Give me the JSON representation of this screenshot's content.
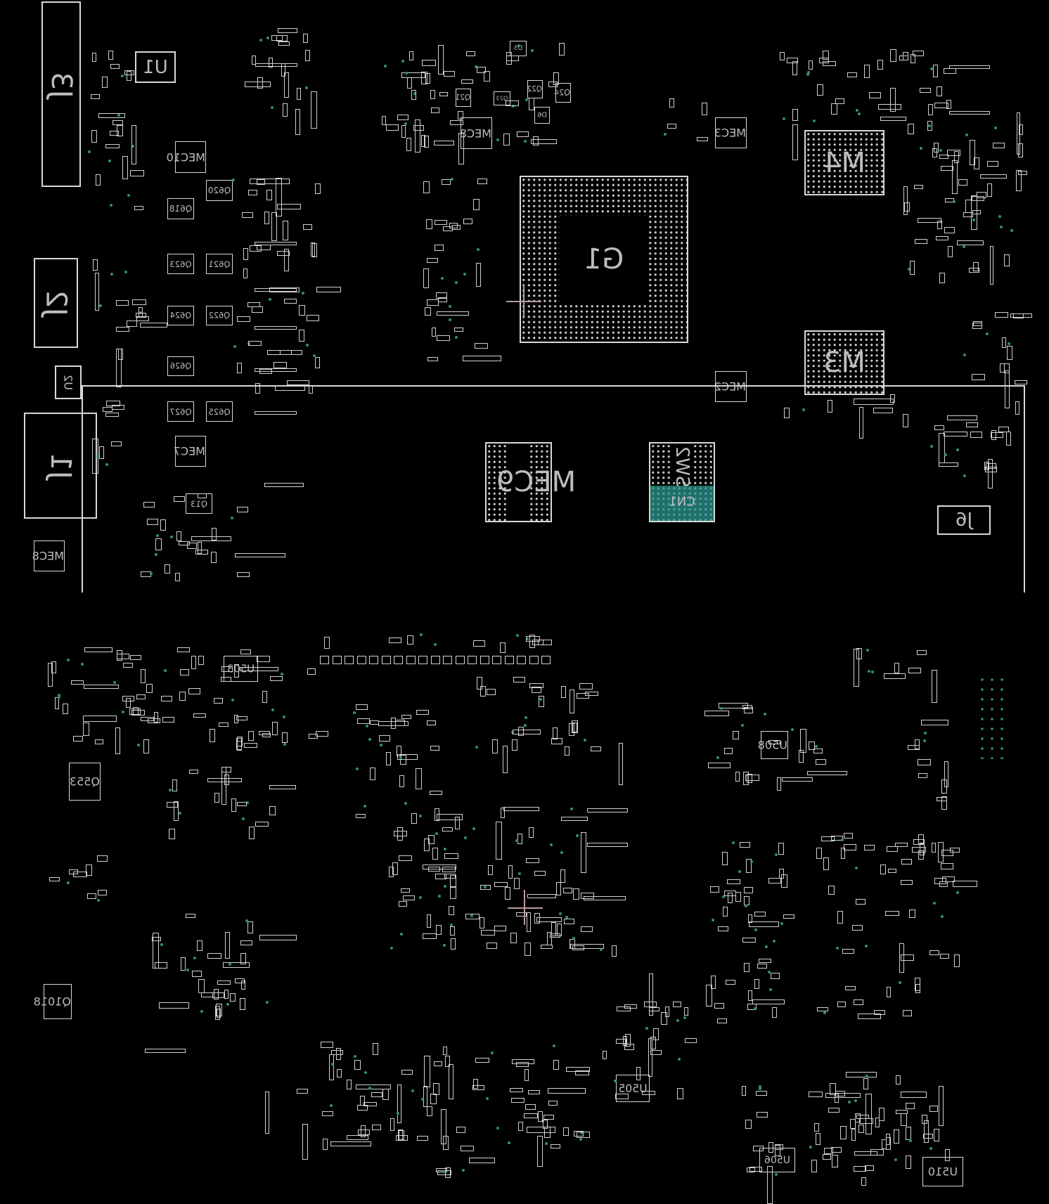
{
  "board": {
    "components": {
      "J3": "J3",
      "U1": "U1",
      "J2": "J2",
      "U2": "U2",
      "J1": "J1",
      "G1": "G1",
      "M4": "M4",
      "M3": "M3",
      "MEC9": "MEC9",
      "SW2": "SW2",
      "CN1": "CN1",
      "J6": "J6",
      "MEC8_top": "MEC8",
      "MEC3": "MEC3",
      "MEC10": "MEC10",
      "MEC7": "MEC7",
      "MEC2": "MEC2",
      "MEC8_bottom": "MEC8",
      "Q620": "Q620",
      "Q618": "Q618",
      "Q623": "Q623",
      "Q621": "Q621",
      "Q624": "Q624",
      "Q622": "Q622",
      "Q626": "Q626",
      "Q627": "Q627",
      "Q625": "Q625",
      "Q13": "Q13",
      "D5": "D5",
      "D6": "D6",
      "Q21": "Q21",
      "Q22": "Q22",
      "Q23": "Q23",
      "Q24": "Q24",
      "U503": "U503",
      "Q553": "Q553",
      "U505": "U505",
      "U506": "U506",
      "U508": "U508",
      "U510": "U510",
      "Q1018": "Q1018"
    }
  },
  "colors": {
    "background": "#000000",
    "outline": "#d8d8d8",
    "via": "#2f8f80",
    "highlight": "#2a968c",
    "cursor": "#b89a9a"
  }
}
